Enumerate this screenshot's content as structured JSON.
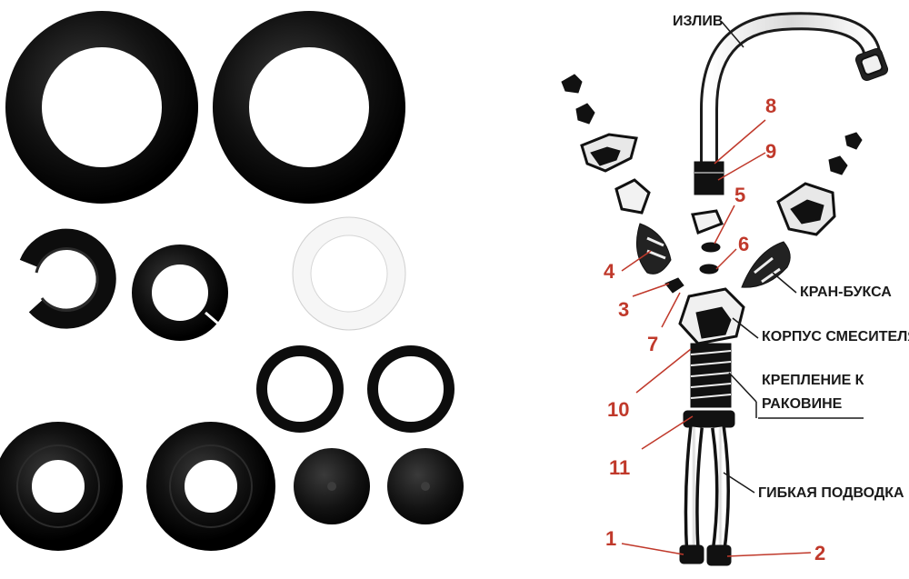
{
  "diagram": {
    "part_labels": {
      "spout": "ИЗЛИВ",
      "valve_cartridge": "КРАН-БУКСА",
      "mixer_body": "КОРПУС СМЕСИТЕЛЯ",
      "sink_mount_line1": "КРЕПЛЕНИЕ К",
      "sink_mount_line2": "РАКОВИНЕ",
      "flex_hose": "ГИБКАЯ ПОДВОДКА"
    },
    "callouts": [
      "1",
      "2",
      "3",
      "4",
      "5",
      "6",
      "7",
      "8",
      "9",
      "10",
      "11"
    ]
  },
  "colors": {
    "gasket": "#101010",
    "white_ring": "#f4f4f4",
    "callout_red": "#c0392b",
    "label_dark": "#1a1a1a"
  }
}
